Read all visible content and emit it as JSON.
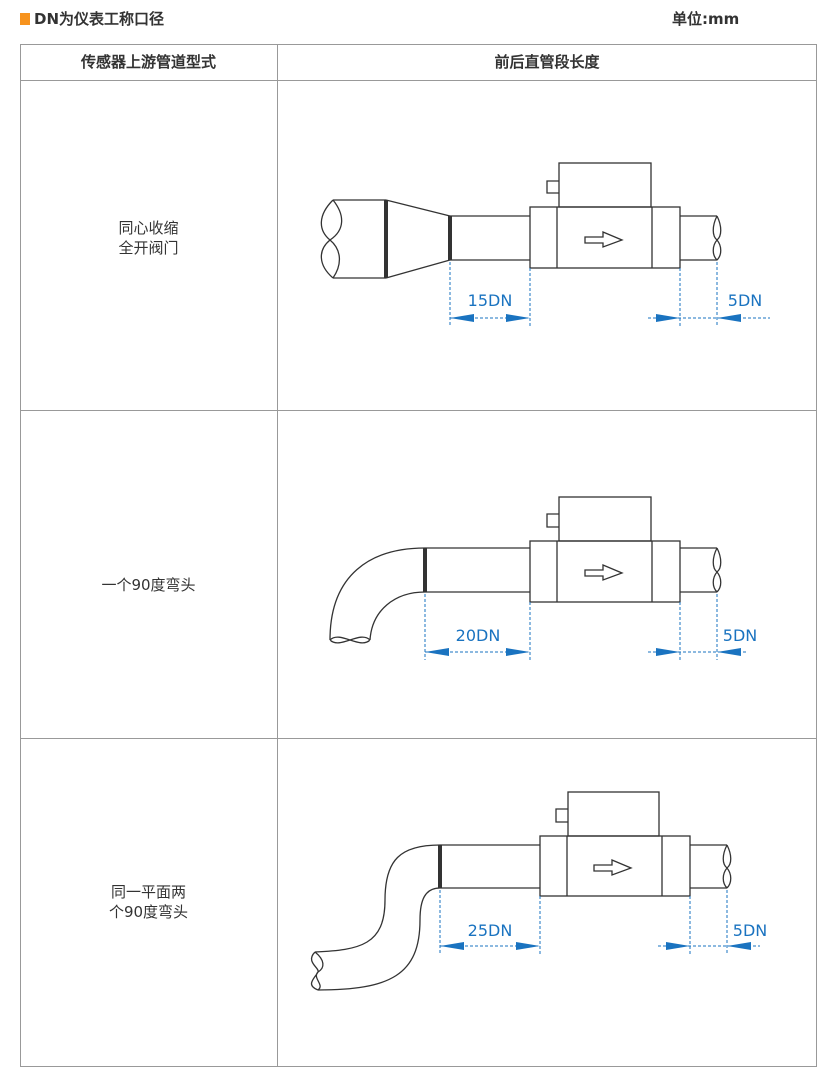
{
  "header": {
    "note": "DN为仪表工称口径",
    "unit": "单位:mm",
    "accent": "#f7931e"
  },
  "table": {
    "columns": [
      "传感器上游管道型式",
      "前后直管段长度"
    ],
    "rows": [
      {
        "type_lines": [
          "同心收缩",
          "全开阀门"
        ],
        "upstream": "15DN",
        "downstream": "5DN"
      },
      {
        "type_lines": [
          "一个90度弯头"
        ],
        "upstream": "20DN",
        "downstream": "5DN"
      },
      {
        "type_lines": [
          "同一平面两",
          "个90度弯头"
        ],
        "upstream": "25DN",
        "downstream": "5DN"
      }
    ]
  },
  "colors": {
    "dimension": "#1a73c0",
    "line": "#333333"
  }
}
